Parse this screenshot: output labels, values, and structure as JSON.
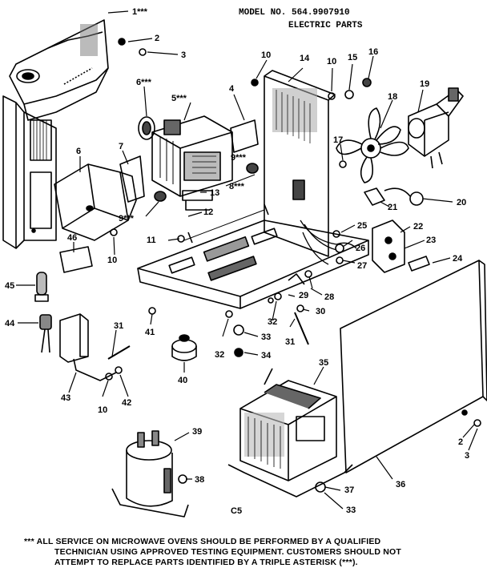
{
  "header": {
    "model": "MODEL NO. 564.9907910",
    "section": "ELECTRIC PARTS"
  },
  "page_code": "C5",
  "footnote": {
    "line1": "*** ALL SERVICE ON MICROWAVE OVENS SHOULD BE PERFORMED BY A QUALIFIED",
    "line2": "TECHNICIAN USING APPROVED TESTING EQUIPMENT. CUSTOMERS SHOULD NOT",
    "line3": "ATTEMPT TO REPLACE PARTS IDENTIFIED BY A TRIPLE ASTERISK (***)."
  },
  "callouts": {
    "c1": "1***",
    "c2a": "2",
    "c3a": "3",
    "c4": "4",
    "c5": "5***",
    "c6s": "6***",
    "c6": "6",
    "c7": "7",
    "c8": "8***",
    "c9a": "9***",
    "c10a": "10",
    "c10b": "10",
    "c10c": "10",
    "c10d": "10",
    "c11": "11",
    "c12": "12",
    "c13": "13",
    "c14": "14",
    "c15": "15",
    "c16": "16",
    "c17": "17",
    "c18": "18",
    "c19": "19",
    "c20": "20",
    "c21": "21",
    "c22": "22",
    "c23": "23",
    "c24": "24",
    "c25": "25",
    "c26": "26",
    "c27": "27",
    "c28": "28",
    "c29": "29",
    "c30": "30",
    "c31a": "31",
    "c31b": "31",
    "c32a": "32",
    "c32b": "32",
    "c33a": "33",
    "c33b": "33",
    "c34": "34",
    "c35": "35",
    "c36": "36",
    "c37": "37",
    "c38": "38",
    "c39": "39",
    "c40": "40",
    "c41": "41",
    "c42": "42",
    "c43": "43",
    "c44": "44",
    "c45": "45",
    "c46": "46",
    "c2b": "2",
    "c3b": "3",
    "c9b": "9***"
  }
}
